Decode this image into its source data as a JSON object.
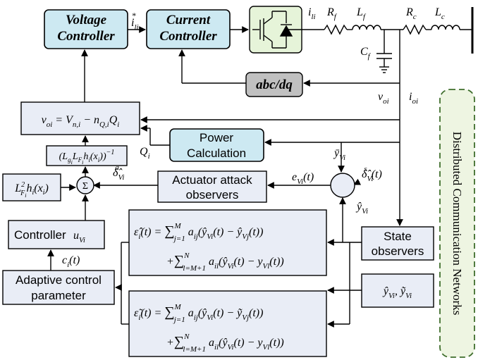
{
  "blocks": {
    "voltage_controller": "Voltage Controller",
    "current_controller": "Current Controller",
    "abc_dq": "abc/dq",
    "power_calc_1": "Power",
    "power_calc_2": "Calculation",
    "droop": "v_oi = V_n,i − n_Q,i Q_i",
    "gain_inverse": "(L_g_i L_F_i h_i(x_i))^−1",
    "lie_derivative": "L²_F_i h_i(x_i)",
    "sum": "Σ",
    "actuator_obs_1": "Actuator attack",
    "actuator_obs_2": "observers",
    "controller": "Controller",
    "adaptive_1": "Adaptive control",
    "adaptive_2": "parameter",
    "state_obs_1": "State",
    "state_obs_2": "observers"
  },
  "signals": {
    "i_li_star": "i*_li",
    "i_li": "i_li",
    "R_f": "R_f",
    "L_f": "L_f",
    "R_c": "R_c",
    "L_c": "L_c",
    "C_f": "C_f",
    "v_oi": "v_oi",
    "i_oi": "i_oi",
    "Q_i": "Q_i",
    "y_bar": "ȳ_Vi",
    "delta_hat_s": "δ̂ˢ_Vi(t)",
    "y_hat": "ŷ_Vi",
    "e_vi": "e_Vi(t)",
    "delta_hat_a": "δ̂ᵃ_Vi",
    "u_vi": "u_Vi",
    "c_i": "c_i(t)",
    "y_hat_tilde": "ŷ_Vi, ỹ_Vi"
  },
  "side_label": "Distributed Communication Networks"
}
